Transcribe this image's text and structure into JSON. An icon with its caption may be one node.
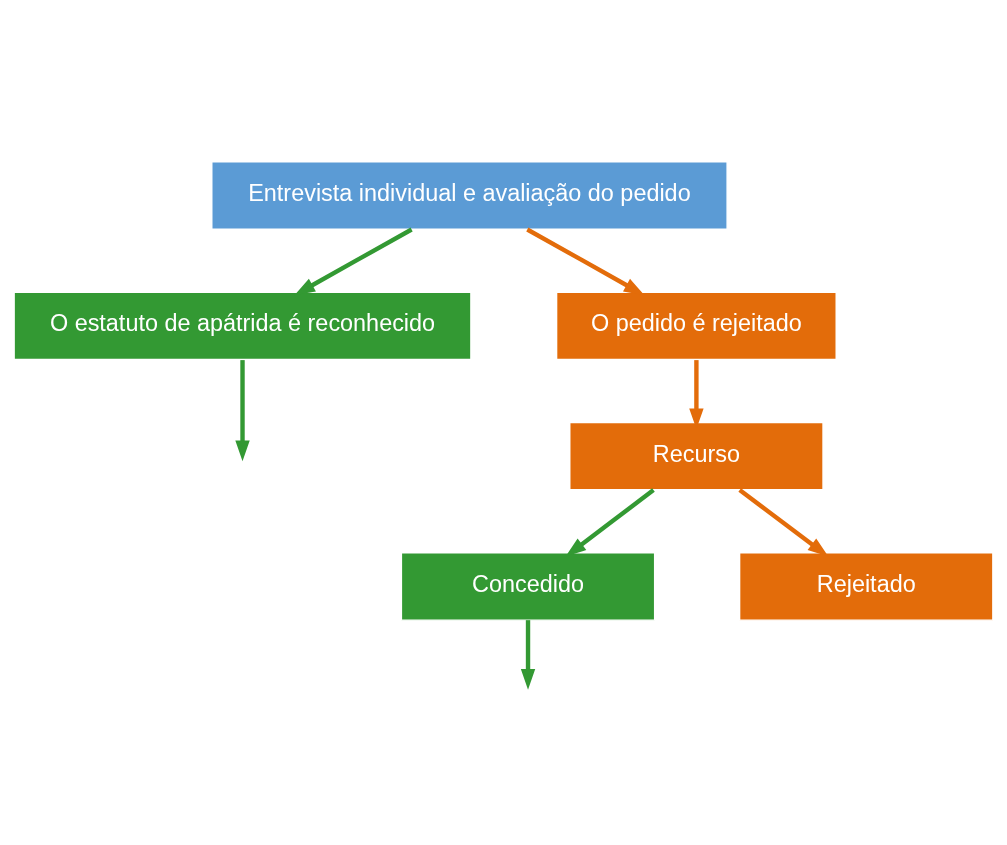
{
  "diagram": {
    "nodes": [
      {
        "text": [
          "Entrevista individual e avaliação do pedido"
        ]
      },
      {
        "text": [
          "O estatuto de apátrida é reconhecido"
        ]
      },
      {
        "text": [
          "O pedido é rejeitado"
        ]
      },
      {
        "text": [
          "Recurso"
        ]
      },
      {
        "text": [
          "Concedido"
        ]
      },
      {
        "text": [
          "Rejeitado"
        ]
      }
    ],
    "edges": [
      {
        "from": 0,
        "to": 1,
        "arrow": "to",
        "color": "#339933"
      },
      {
        "from": 0,
        "to": 2,
        "arrow": "to",
        "color": "#e36c0a"
      },
      {
        "from": 2,
        "to": 3,
        "arrow": "to",
        "color": "#e36c0a"
      },
      {
        "from": 3,
        "to": 4,
        "arrow": "to",
        "color": "#339933"
      },
      {
        "from": 3,
        "to": 5,
        "arrow": "to",
        "color": "#e36c0a"
      },
      {
        "from": 1,
        "to": null,
        "arrow": "to",
        "color": "#339933"
      },
      {
        "from": 4,
        "to": null,
        "arrow": "to",
        "color": "#339933"
      }
    ]
  }
}
